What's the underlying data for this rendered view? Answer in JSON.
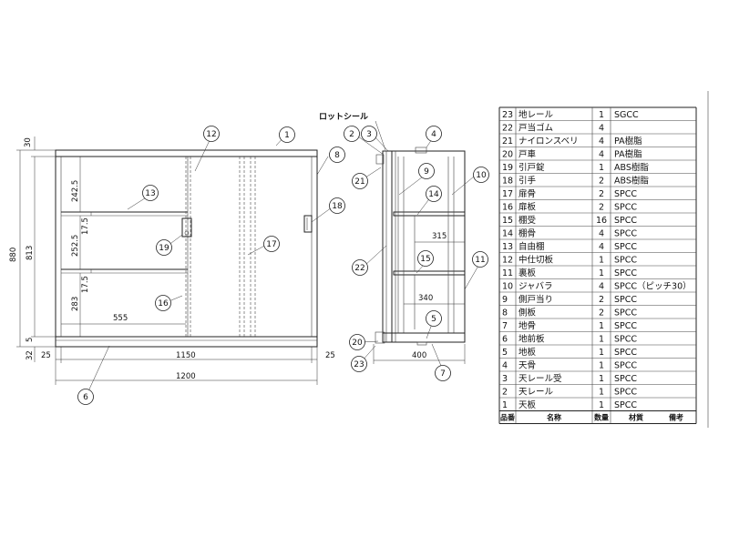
{
  "front_view": {
    "dims": {
      "top_h": "30",
      "total_h": "880",
      "body_h": "813",
      "base_h": "5",
      "base2_h": "32",
      "shelf1": "242.5",
      "shelf_t1": "17.5",
      "shelf2": "252.5",
      "shelf_t2": "17.5",
      "shelf3": "283",
      "inner_w": "555",
      "left_margin": "25",
      "right_margin": "25",
      "inner_total": "1150",
      "overall_w": "1200"
    },
    "callouts": [
      "1",
      "6",
      "8",
      "12",
      "13",
      "16",
      "17",
      "18",
      "19"
    ]
  },
  "side_view": {
    "label": "ロットシール",
    "dims": {
      "d315": "315",
      "d340": "340",
      "d400": "400"
    },
    "callouts": [
      "2",
      "3",
      "4",
      "5",
      "7",
      "9",
      "10",
      "11",
      "14",
      "15",
      "20",
      "21",
      "22",
      "23"
    ]
  },
  "parts_table": {
    "headers": [
      "品番",
      "名称",
      "数量",
      "材質",
      "備考"
    ],
    "rows": [
      [
        "23",
        "地レール",
        "1",
        "SGCC"
      ],
      [
        "22",
        "戸当ゴム",
        "4",
        ""
      ],
      [
        "21",
        "ナイロンスベリ",
        "4",
        "PA樹脂"
      ],
      [
        "20",
        "戸車",
        "4",
        "PA樹脂"
      ],
      [
        "19",
        "引戸錠",
        "1",
        "ABS樹脂"
      ],
      [
        "18",
        "引手",
        "2",
        "ABS樹脂"
      ],
      [
        "17",
        "扉骨",
        "2",
        "SPCC"
      ],
      [
        "16",
        "扉板",
        "2",
        "SPCC"
      ],
      [
        "15",
        "棚受",
        "16",
        "SPCC"
      ],
      [
        "14",
        "棚骨",
        "4",
        "SPCC"
      ],
      [
        "13",
        "自由棚",
        "4",
        "SPCC"
      ],
      [
        "12",
        "中仕切板",
        "1",
        "SPCC"
      ],
      [
        "11",
        "裏板",
        "1",
        "SPCC"
      ],
      [
        "10",
        "ジャバラ",
        "4",
        "SPCC（ピッチ30）"
      ],
      [
        "9",
        "側戸当り",
        "2",
        "SPCC"
      ],
      [
        "8",
        "側板",
        "2",
        "SPCC"
      ],
      [
        "7",
        "地骨",
        "1",
        "SPCC"
      ],
      [
        "6",
        "地前板",
        "1",
        "SPCC"
      ],
      [
        "5",
        "地板",
        "1",
        "SPCC"
      ],
      [
        "4",
        "天骨",
        "1",
        "SPCC"
      ],
      [
        "3",
        "天レール受",
        "1",
        "SPCC"
      ],
      [
        "2",
        "天レール",
        "1",
        "SPCC"
      ],
      [
        "1",
        "天板",
        "1",
        "SPCC"
      ]
    ]
  }
}
